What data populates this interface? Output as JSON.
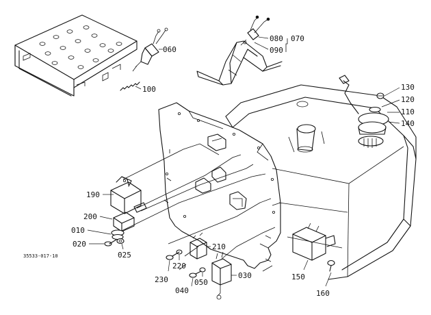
{
  "diagram": {
    "reference_code": "35533-017-10",
    "part_labels": [
      {
        "id": "060",
        "text": "060"
      },
      {
        "id": "080",
        "text": "080"
      },
      {
        "id": "070",
        "text": "070"
      },
      {
        "id": "090",
        "text": "090"
      },
      {
        "id": "100",
        "text": "100"
      },
      {
        "id": "130",
        "text": "130"
      },
      {
        "id": "120",
        "text": "120"
      },
      {
        "id": "110",
        "text": "110"
      },
      {
        "id": "140",
        "text": "140"
      },
      {
        "id": "190",
        "text": "190"
      },
      {
        "id": "200",
        "text": "200"
      },
      {
        "id": "010",
        "text": "010"
      },
      {
        "id": "020",
        "text": "020"
      },
      {
        "id": "025",
        "text": "025"
      },
      {
        "id": "210",
        "text": "210"
      },
      {
        "id": "220",
        "text": "220"
      },
      {
        "id": "230",
        "text": "230"
      },
      {
        "id": "050",
        "text": "050"
      },
      {
        "id": "040",
        "text": "040"
      },
      {
        "id": "030",
        "text": "030"
      },
      {
        "id": "150",
        "text": "150"
      },
      {
        "id": "160",
        "text": "160"
      }
    ]
  }
}
